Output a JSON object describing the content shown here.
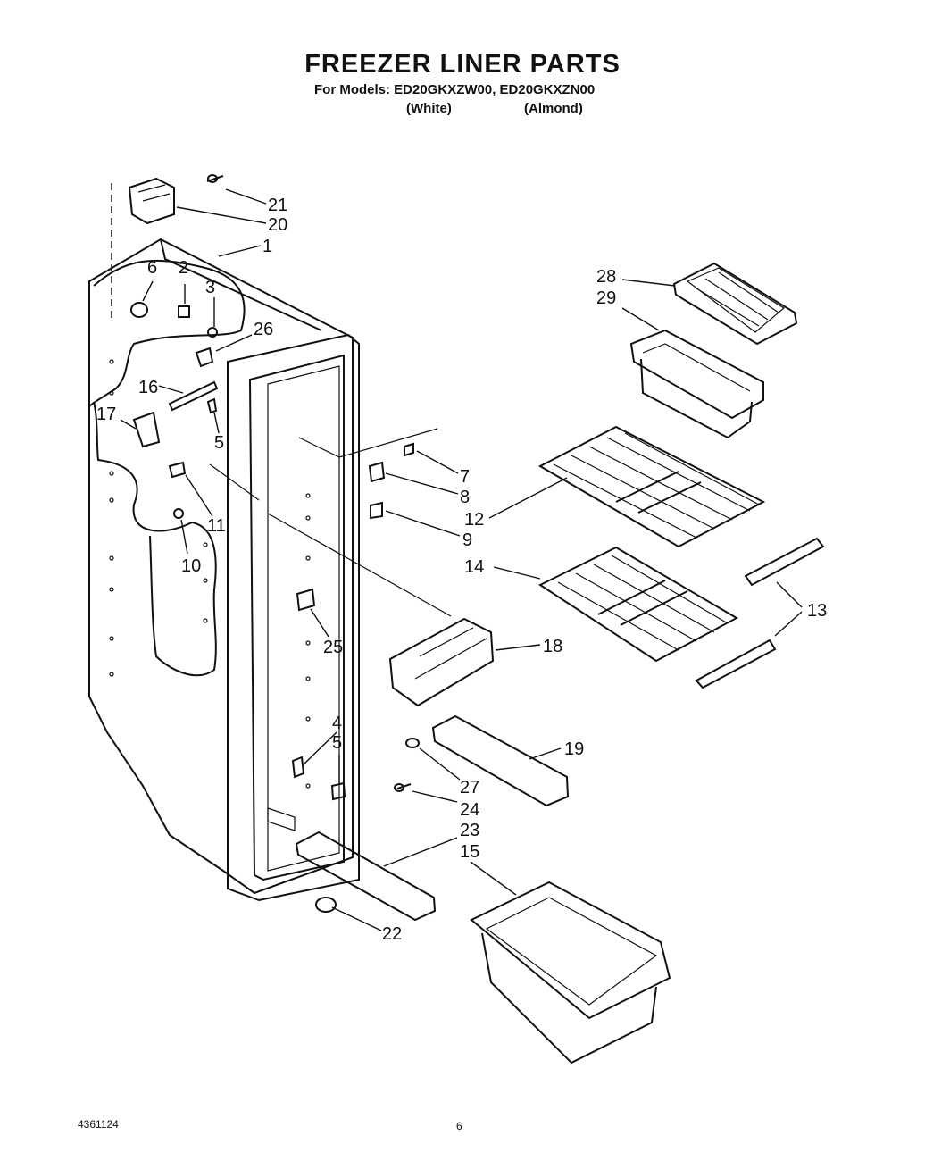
{
  "header": {
    "title": "FREEZER LINER PARTS",
    "models_line": "For Models: ED20GKXZW00, ED20GKXZN00",
    "variant_white": "(White)",
    "variant_almond": "(Almond)"
  },
  "callouts": {
    "c1": "1",
    "c2": "2",
    "c3": "3",
    "c4": "4",
    "c5a": "5",
    "c5b": "5",
    "c6": "6",
    "c7": "7",
    "c8": "8",
    "c9": "9",
    "c10": "10",
    "c11": "11",
    "c12": "12",
    "c13": "13",
    "c14": "14",
    "c15": "15",
    "c16": "16",
    "c17": "17",
    "c18": "18",
    "c19": "19",
    "c20": "20",
    "c21": "21",
    "c22": "22",
    "c23": "23",
    "c24": "24",
    "c25": "25",
    "c26": "26",
    "c27": "27",
    "c28": "28",
    "c29": "29"
  },
  "footer": {
    "doc_number": "4361124",
    "page_number": "6"
  }
}
